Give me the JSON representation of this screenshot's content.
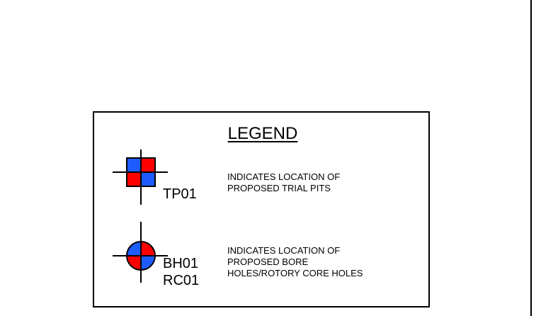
{
  "drawing": {
    "colors": {
      "line": "#000000",
      "blue": "#1e5cff",
      "red": "#ff0000",
      "background": "#ffffff"
    }
  },
  "legend": {
    "title": "LEGEND",
    "items": [
      {
        "symbol": "trial-pit-symbol",
        "codes": [
          "TP01"
        ],
        "description_lines": [
          "INDICATES LOCATION OF",
          "PROPOSED TRIAL PITS"
        ]
      },
      {
        "symbol": "bore-hole-symbol",
        "codes": [
          "BH01",
          "RC01"
        ],
        "description_lines": [
          "INDICATES LOCATION OF",
          "PROPOSED BORE",
          "HOLES/ROTORY CORE HOLES"
        ]
      }
    ]
  }
}
